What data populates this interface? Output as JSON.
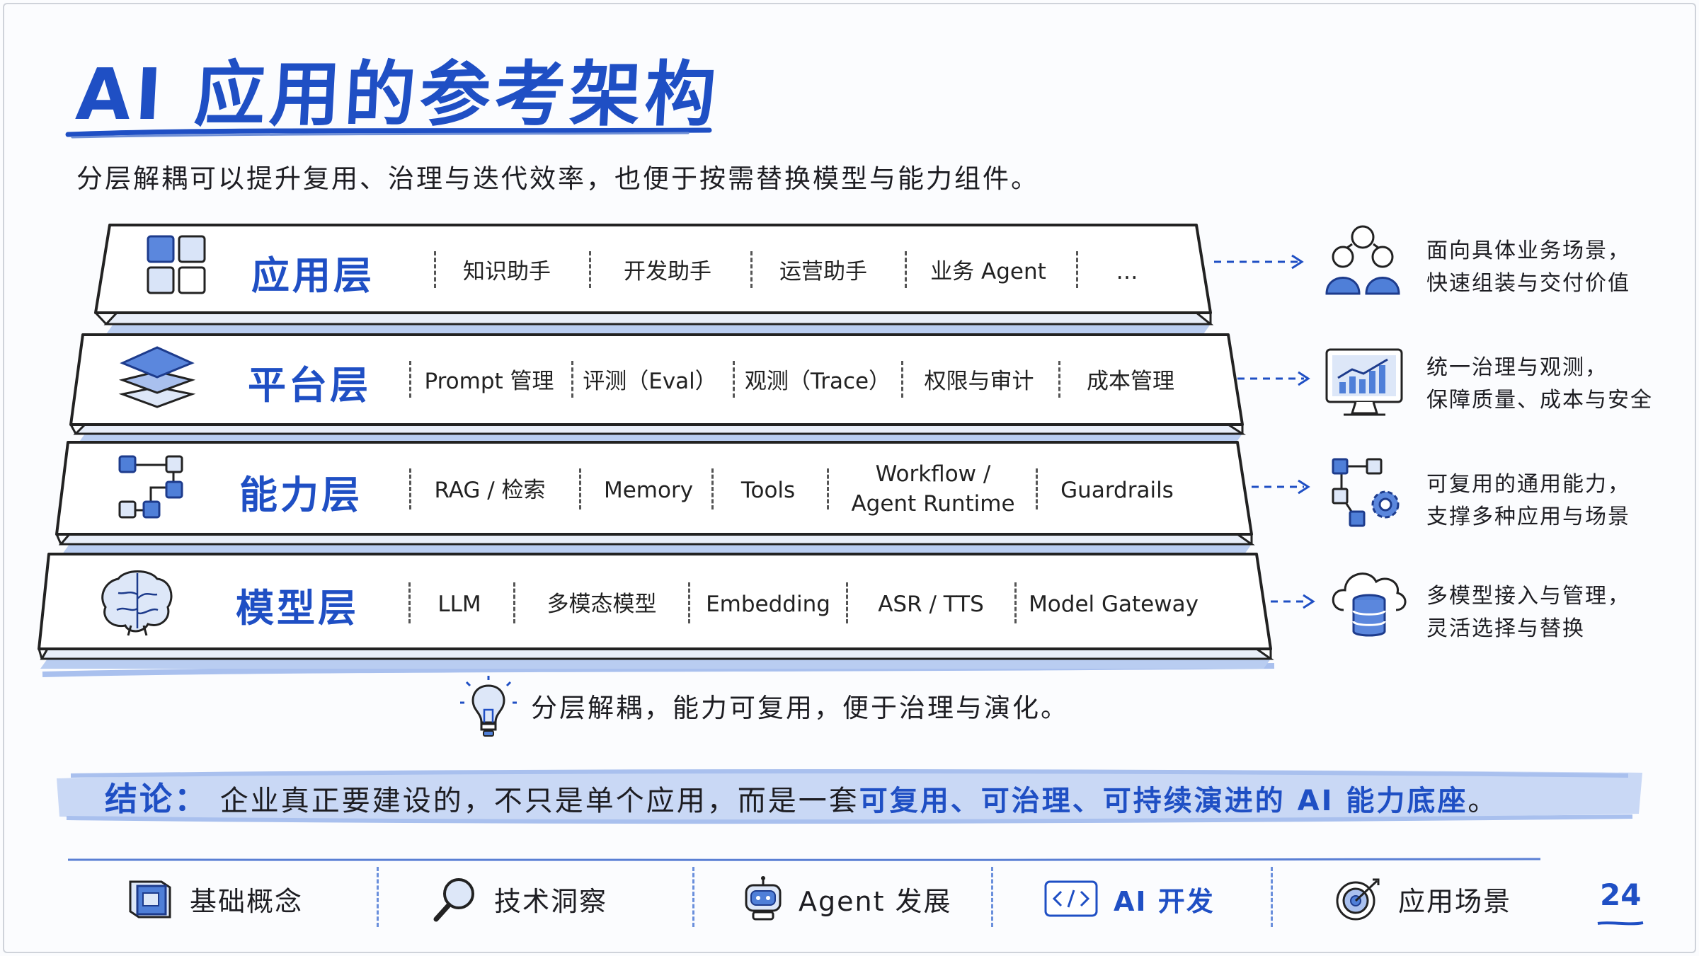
{
  "title": "AI 应用的参考架构",
  "subtitle": "分层解耦可以提升复用、治理与迭代效率，也便于按需替换模型与能力组件。",
  "layers": [
    {
      "name": "应用层",
      "icon": "grid-icon",
      "items": [
        "知识助手",
        "开发助手",
        "运营助手",
        "业务 Agent",
        "…"
      ],
      "side_icon": "people-icon",
      "desc_line1": "面向具体业务场景，",
      "desc_line2": "快速组装与交付价值"
    },
    {
      "name": "平台层",
      "icon": "layers-icon",
      "items": [
        "Prompt 管理",
        "评测（Eval）",
        "观测（Trace）",
        "权限与审计",
        "成本管理"
      ],
      "side_icon": "monitor-chart-icon",
      "desc_line1": "统一治理与观测，",
      "desc_line2": "保障质量、成本与安全"
    },
    {
      "name": "能力层",
      "icon": "workflow-icon",
      "items": [
        "RAG / 检索",
        "Memory",
        "Tools",
        "Workflow /",
        "Guardrails"
      ],
      "item4_line2": "Agent Runtime",
      "side_icon": "gear-nodes-icon",
      "desc_line1": "可复用的通用能力，",
      "desc_line2": "支撑多种应用与场景"
    },
    {
      "name": "模型层",
      "icon": "brain-icon",
      "items": [
        "LLM",
        "多模态模型",
        "Embedding",
        "ASR / TTS",
        "Model Gateway"
      ],
      "side_icon": "cloud-database-icon",
      "desc_line1": "多模型接入与管理，",
      "desc_line2": "灵活选择与替换"
    }
  ],
  "tip": "分层解耦，能力可复用，便于治理与演化。",
  "conclusion": {
    "label": "结论：",
    "text_before": "企业真正要建设的，不只是单个应用，而是一套",
    "highlight": "可复用、可治理、可持续演进的 AI 能力底座",
    "text_after": "。"
  },
  "nav": [
    {
      "label": "基础概念",
      "icon": "book-icon"
    },
    {
      "label": "技术洞察",
      "icon": "magnifier-icon"
    },
    {
      "label": "Agent 发展",
      "icon": "robot-icon"
    },
    {
      "label": "AI 开发",
      "icon": "code-icon",
      "active": true
    },
    {
      "label": "应用场景",
      "icon": "target-icon"
    }
  ],
  "page_number": "24",
  "colors": {
    "accent": "#1f4fc4",
    "light_accent": "#a9c0ee",
    "text": "#1d1d22"
  }
}
